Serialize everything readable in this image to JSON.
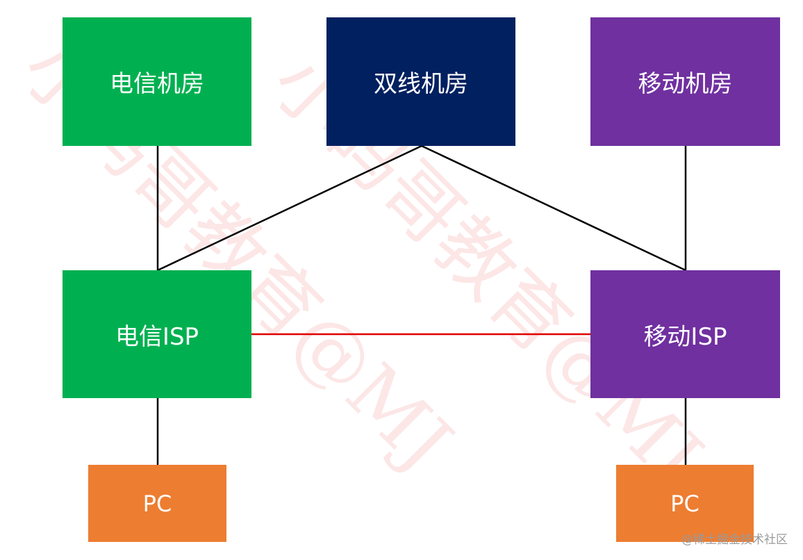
{
  "nodes": {
    "telecom_dc": "电信机房",
    "dual_dc": "双线机房",
    "mobile_dc": "移动机房",
    "telecom_isp": "电信ISP",
    "mobile_isp": "移动ISP",
    "pc_left": "PC",
    "pc_right": "PC"
  },
  "colors": {
    "telecom": "#00b050",
    "dual": "#002060",
    "mobile": "#7030a0",
    "pc": "#ed7d31",
    "isp_link": "#e00000"
  },
  "watermark": "小码哥教育@MJ",
  "credit": "@稀土掘金技术社区"
}
